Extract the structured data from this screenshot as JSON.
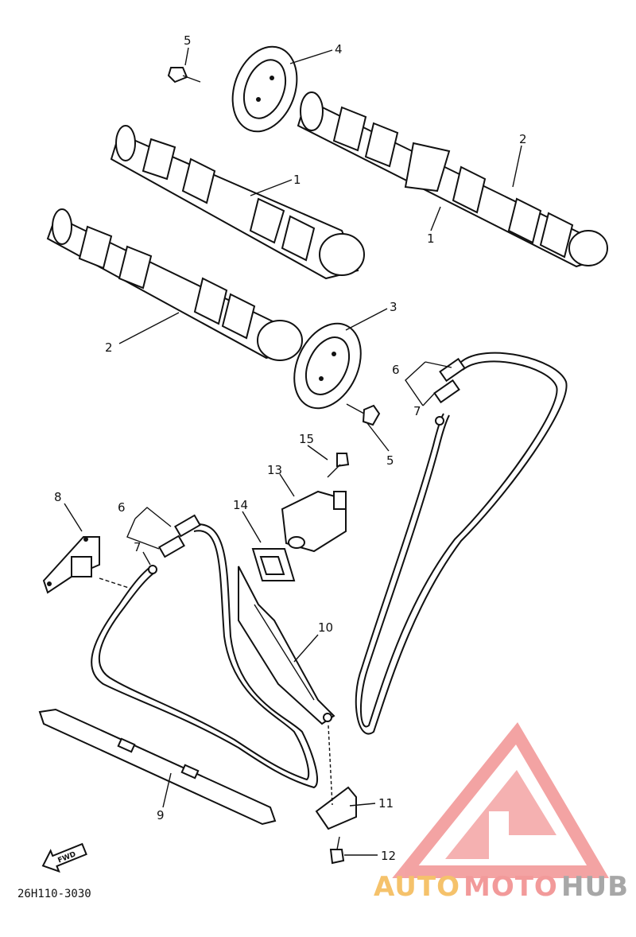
{
  "diagram": {
    "part_code": "26H110-3030",
    "fwd_label": "FWD",
    "labels": {
      "p1a": "1",
      "p1b": "1",
      "p2a": "2",
      "p2b": "2",
      "p3": "3",
      "p4": "4",
      "p5a": "5",
      "p5b": "5",
      "p6a": "6",
      "p6b": "6",
      "p7a": "7",
      "p7b": "7",
      "p8": "8",
      "p9": "9",
      "p10": "10",
      "p11": "11",
      "p12": "12",
      "p13": "13",
      "p14": "14",
      "p15": "15"
    }
  },
  "watermark": {
    "auto": "AUTO",
    "moto": "MOTO",
    "hub": "HUB",
    "colors": {
      "auto": "#f5c26b",
      "moto": "#f29a9a",
      "hub": "#a7a7a7",
      "logo": "#f08585"
    }
  }
}
